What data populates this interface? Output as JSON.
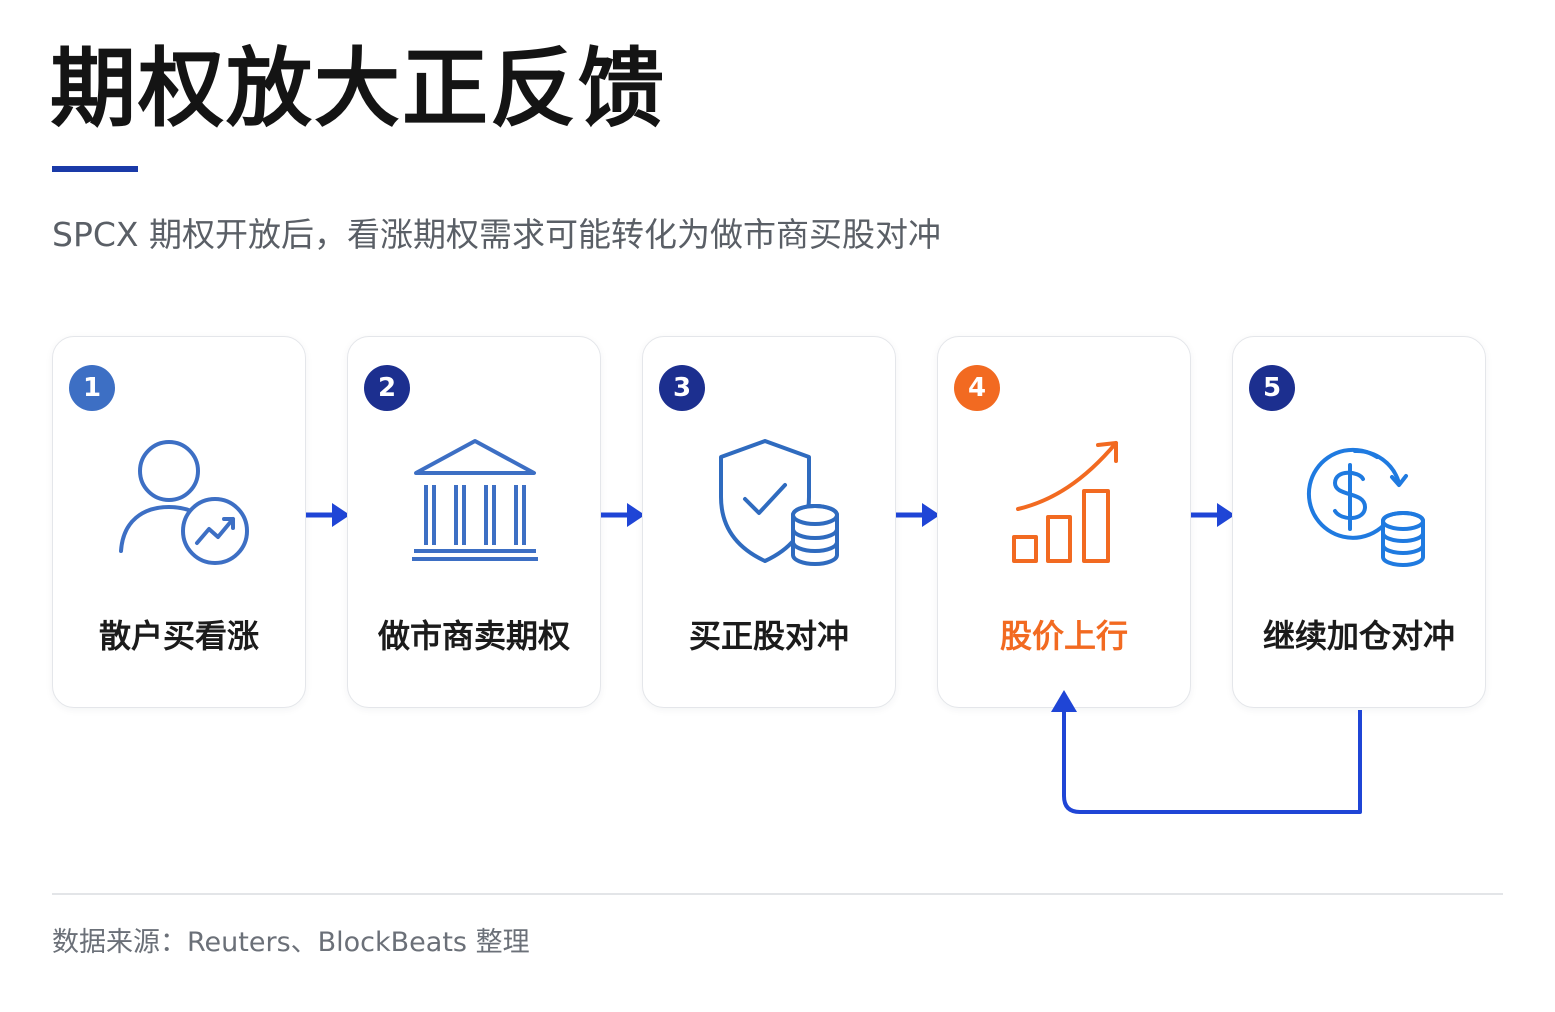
{
  "title": "期权放大正反馈",
  "subtitle": "SPCX 期权开放后，看涨期权需求可能转化为做市商买股对冲",
  "steps": [
    {
      "number": "1",
      "label": "散户买看涨",
      "icon": "investor-growth-icon",
      "badge_color": "#3d6fc4",
      "label_color": "#1b1b1b"
    },
    {
      "number": "2",
      "label": "做市商卖期权",
      "icon": "bank-icon",
      "badge_color": "#1c2f8f",
      "label_color": "#1b1b1b"
    },
    {
      "number": "3",
      "label": "买正股对冲",
      "icon": "shield-coins-icon",
      "badge_color": "#1c2f8f",
      "label_color": "#1b1b1b"
    },
    {
      "number": "4",
      "label": "股价上行",
      "icon": "rising-bars-icon",
      "badge_color": "#f26a21",
      "label_color": "#f26a21"
    },
    {
      "number": "5",
      "label": "继续加仓对冲",
      "icon": "dollar-coins-icon",
      "badge_color": "#1c2f8f",
      "label_color": "#1b1b1b"
    }
  ],
  "colors": {
    "accent": "#1a3aa8",
    "arrow": "#1f45d6",
    "highlight": "#f26a21",
    "icon_blue": "#2f6bbf"
  },
  "source": "数据来源：Reuters、BlockBeats 整理"
}
